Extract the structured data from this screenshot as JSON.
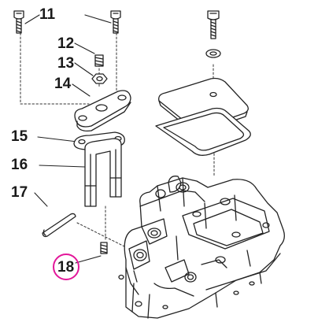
{
  "callouts": [
    {
      "id": "11",
      "label": "11",
      "part": "screw"
    },
    {
      "id": "12",
      "label": "12",
      "part": "spring"
    },
    {
      "id": "13",
      "label": "13",
      "part": "nut"
    },
    {
      "id": "14",
      "label": "14",
      "part": "bracket"
    },
    {
      "id": "15",
      "label": "15",
      "part": "washer"
    },
    {
      "id": "16",
      "label": "16",
      "part": "u-bolt"
    },
    {
      "id": "17",
      "label": "17",
      "part": "pin"
    },
    {
      "id": "18",
      "label": "18",
      "part": "spring",
      "highlighted": true
    }
  ],
  "highlight_color": "#e3179a"
}
